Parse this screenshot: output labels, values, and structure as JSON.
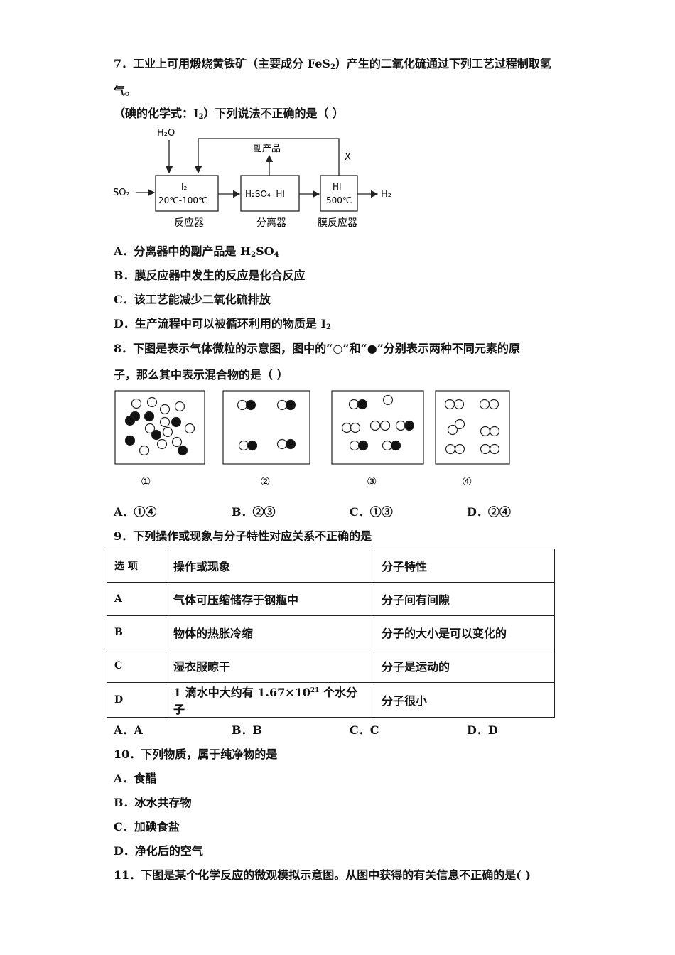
{
  "q7": {
    "line1_a": "7．工业上可用煅烧黄铁矿（主要成分 FeS",
    "line1_sub": "2",
    "line1_b": "）产生的二氧化硫通过下列工艺过程制取氢",
    "line2": "气。",
    "line3_a": "（碘的化学式：I",
    "line3_sub": "2",
    "line3_b": "）下列说法不正确的是（ ）",
    "diagram": {
      "h2o_label": "H₂O",
      "so2_label": "SO₂",
      "reactor_line1": "I₂",
      "reactor_line2": "20℃-100℃",
      "reactor_name": "反应器",
      "separator_content": "H₂SO₄  HI",
      "separator_name": "分离器",
      "byproduct_label": "副产品",
      "membrane_line1": "HI",
      "membrane_line2": "500℃",
      "membrane_name": "膜反应器",
      "x_label": "X",
      "h2_label": "H₂"
    },
    "options": {
      "a_text": "A．分离器中的副产品是 H",
      "a_sub1": "2",
      "a_mid": "SO",
      "a_sub2": "4",
      "b": "B．膜反应器中发生的反应是化合反应",
      "c": "C．该工艺能减少二氧化硫排放",
      "d_text": "D．生产流程中可以被循环利用的物质是 I",
      "d_sub": "2"
    }
  },
  "q8": {
    "line1": "8．下图是表示气体微粒的示意图，图中的“○”和“●”分别表示两种不同元素的原",
    "line2": "子，那么其中表示混合物的是（ ）",
    "box_labels": [
      "①",
      "②",
      "③",
      "④"
    ],
    "options": [
      "A．①④",
      "B．②③",
      "C．①③",
      "D．②④"
    ]
  },
  "q9": {
    "title": "9．下列操作或现象与分子特性对应关系不正确的是",
    "headers": [
      "选 项",
      "操作或现象",
      "分子特性"
    ],
    "rows": [
      {
        "opt": "A",
        "phenomenon": "气体可压缩储存于钢瓶中",
        "property": "分子间有间隙"
      },
      {
        "opt": "B",
        "phenomenon": "物体的热胀冷缩",
        "property": "分子的大小是可以变化的"
      },
      {
        "opt": "C",
        "phenomenon": "湿衣服晾干",
        "property": "分子是运动的"
      }
    ],
    "row_d": {
      "opt": "D",
      "phen_a": "1 滴水中大约有 1.67×10",
      "phen_sup": "21",
      "phen_b": " 个水分子",
      "property": "分子很小"
    },
    "options": [
      "A．A",
      "B．B",
      "C．C",
      "D．D"
    ]
  },
  "q10": {
    "title": "10．下列物质，属于纯净物的是",
    "options": [
      "A．食醋",
      "B．冰水共存物",
      "C．加碘食盐",
      "D．净化后的空气"
    ]
  },
  "q11": {
    "title": "11．下图是某个化学反应的微观模拟示意图。从图中获得的有关信息不正确的是(  )"
  }
}
